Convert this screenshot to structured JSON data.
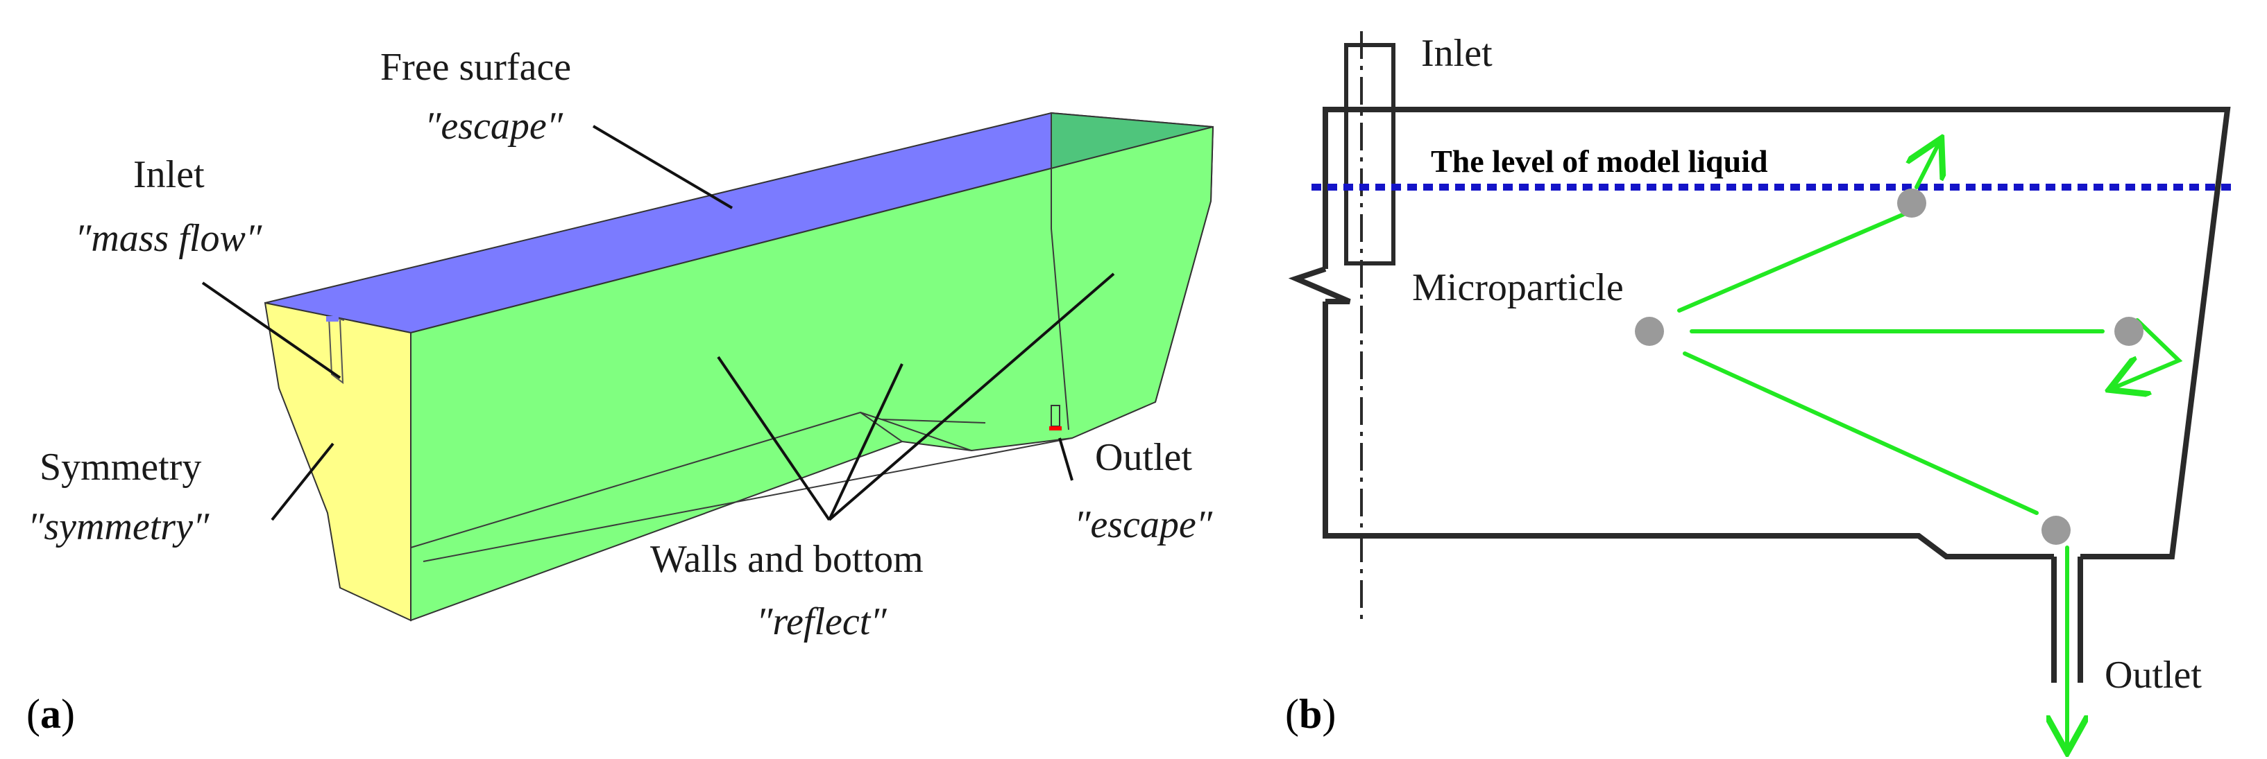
{
  "panel_a": {
    "label_open": "(",
    "label_letter": "a",
    "label_close": ")",
    "free_surface": {
      "name": "Free surface",
      "bc": "″escape″"
    },
    "inlet": {
      "name": "Inlet",
      "bc": "″mass flow″"
    },
    "symmetry": {
      "name": "Symmetry",
      "bc": "″symmetry″"
    },
    "walls": {
      "name": "Walls and bottom",
      "bc": "″reflect″"
    },
    "outlet": {
      "name": "Outlet",
      "bc": "″escape″"
    },
    "colors": {
      "top": "#7b7bff",
      "front": "#80ff80",
      "end": "#4fc57c",
      "symmetry": "#ffff88",
      "outlet_mark": "#ff0000"
    }
  },
  "panel_b": {
    "label_open": "(",
    "label_letter": "b",
    "label_close": ")",
    "inlet": "Inlet",
    "liquid_level": "The level of model liquid",
    "microparticle": "Microparticle",
    "outlet": "Outlet",
    "colors": {
      "level_line": "#1414c8",
      "trajectory": "#22e822",
      "particle": "#9a9a9a",
      "wall": "#2a2a2a"
    }
  }
}
